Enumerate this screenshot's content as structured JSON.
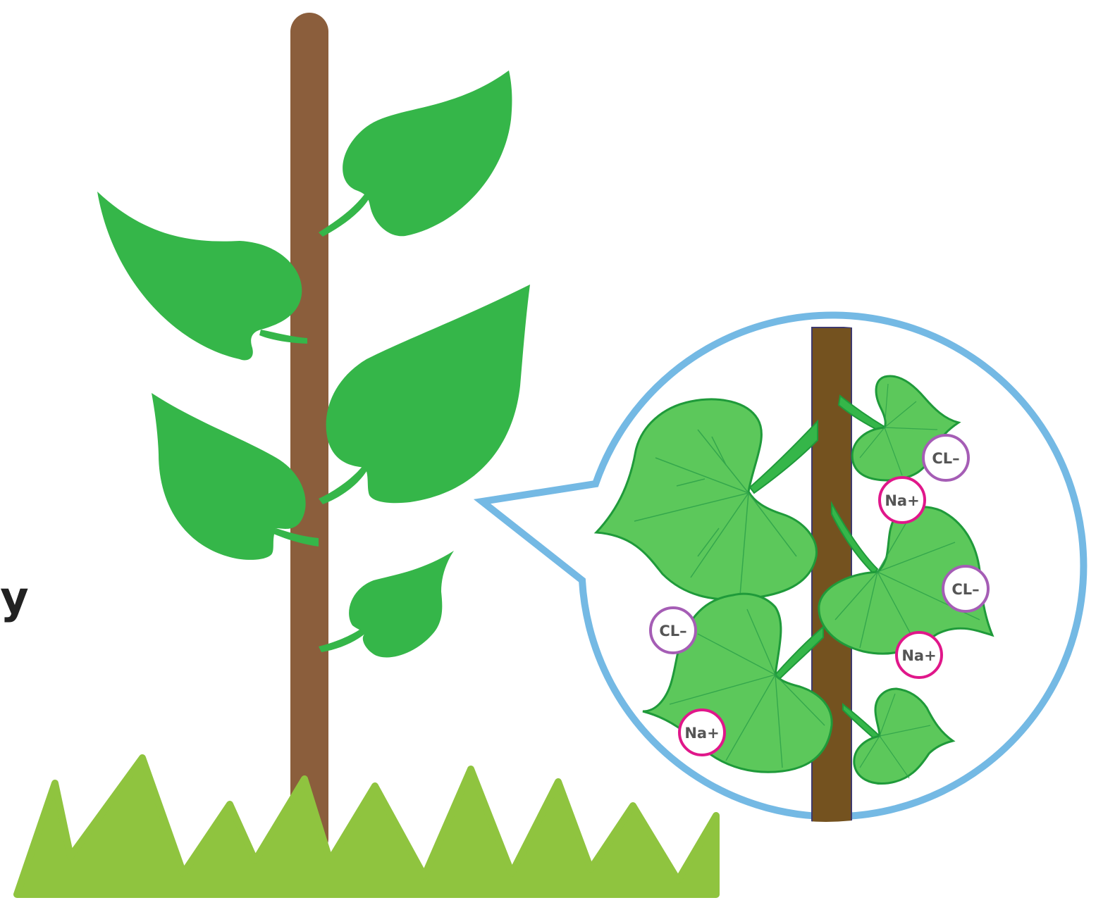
{
  "edge_text": "ly",
  "ions": [
    {
      "id": "cl-1",
      "label": "CL–",
      "type": "chloride"
    },
    {
      "id": "na-1",
      "label": "Na+",
      "type": "sodium"
    },
    {
      "id": "cl-2",
      "label": "CL–",
      "type": "chloride"
    },
    {
      "id": "cl-3",
      "label": "CL–",
      "type": "chloride"
    },
    {
      "id": "na-2",
      "label": "Na+",
      "type": "sodium"
    },
    {
      "id": "na-3",
      "label": "Na+",
      "type": "sodium"
    }
  ],
  "colors": {
    "stem": "#8b5e3c",
    "stem_zoom": "#74521f",
    "leaf": "#35b649",
    "leaf_zoom": "#5cc85b",
    "leaf_outline": "#1f9a3a",
    "grass": "#8fc43f",
    "callout_border": "#74b9e4",
    "chloride": "#a55db5",
    "sodium": "#e0178a"
  },
  "icons": [
    "plant-icon",
    "magnifier-callout-icon",
    "grass-icon",
    "ion-icon"
  ]
}
